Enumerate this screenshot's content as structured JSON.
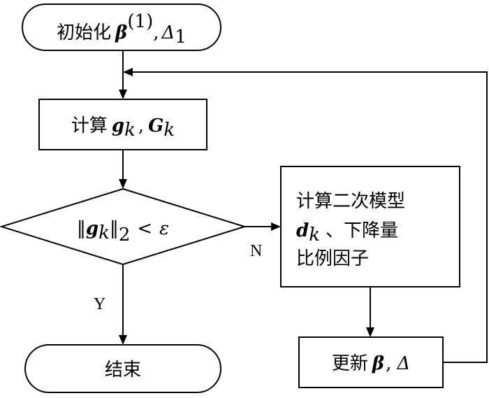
{
  "nodes": {
    "start": {
      "text": "初始化",
      "beta": "β",
      "sup": "(1)",
      "comma": ",",
      "delta": "Δ",
      "sub": "1"
    },
    "compute_g": {
      "text": "计算",
      "g": "g",
      "g_sub": "k",
      "comma": ",",
      "G": "G",
      "G_sub": "k"
    },
    "decision": {
      "open_bar": "‖",
      "g": "g",
      "g_sub": "k",
      "close_bar": "‖",
      "norm_sub": "2",
      "lt": "<",
      "eps": "ε"
    },
    "compute_model": {
      "line1": "计算二次模型",
      "d": "d",
      "d_sub": "k",
      "line2_rest": "、下降量",
      "line3": "比例因子"
    },
    "update": {
      "text": "更新",
      "beta": "β",
      "comma": ",",
      "delta": "Δ"
    },
    "end": {
      "text": "结束"
    }
  },
  "edges": {
    "yes_label": "Y",
    "no_label": "N"
  }
}
